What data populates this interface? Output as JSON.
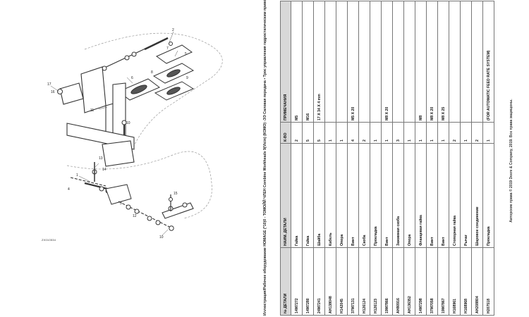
{
  "header_caption": "Иллюстрация/Рабочее оборудование HOMAGE (*10)0 - ТОМОЙЙ ЧЛЕН Combine Workheads 9(Vicin) (КОМО) -ЭЭ Силовая передача • Трос управления гидростатическим приводом",
  "diagram": {
    "code": "ZX010534",
    "callouts": [
      "1",
      "2",
      "3",
      "4",
      "5",
      "6",
      "7",
      "8",
      "9",
      "10",
      "11",
      "12",
      "13",
      "14",
      "15",
      "16",
      "17"
    ]
  },
  "table": {
    "headers": [
      "№ ДЕТАЛИ",
      "НАИМ. ДЕТАЛИ",
      "К-ВО",
      "ПРИМЕЧАНИЯ"
    ],
    "rows": [
      [
        "14M7272",
        "Гайка",
        "2",
        "M5"
      ],
      [
        "14M7280",
        "Гайка",
        "5",
        "M16"
      ],
      [
        "24M7241",
        "Шайба",
        "5",
        "17 X 34 X 4 mm"
      ],
      [
        "AH138048",
        "Кабель",
        "1",
        ""
      ],
      [
        "H142045",
        "Опора",
        "1",
        ""
      ],
      [
        "37M7131",
        "Винт",
        "4",
        "M5 X 20"
      ],
      [
        "H126124",
        "Скоба",
        "2",
        ""
      ],
      [
        "H126123",
        "Прокладка",
        "1",
        ""
      ],
      [
        "19M7866",
        "Винт",
        "1",
        "M8 X 20"
      ],
      [
        "AH80916",
        "Зажимная скоба",
        "3",
        ""
      ],
      [
        "AH136352",
        "Опора",
        "1",
        ""
      ],
      [
        "14M7298",
        "Фланцевая гайка",
        "1",
        "M8"
      ],
      [
        "37M7058",
        "Винт",
        "1",
        "M8 X 20"
      ],
      [
        "19M7867",
        "Винт",
        "1",
        "M8 X 25"
      ],
      [
        "H168961",
        "Стопорная гайка",
        "2",
        ""
      ],
      [
        "H168968",
        "Рычаг",
        "1",
        ""
      ],
      [
        "AH208804",
        "Шаровое соединение",
        "2",
        ""
      ],
      [
        "H207518",
        "Прокладка",
        "1",
        "(FOR AUTOMATIC FEED RATE SYSTEM)"
      ]
    ]
  },
  "copyright": "Авторские права © 2019 Deere & Company, 2019. Все права защищены."
}
